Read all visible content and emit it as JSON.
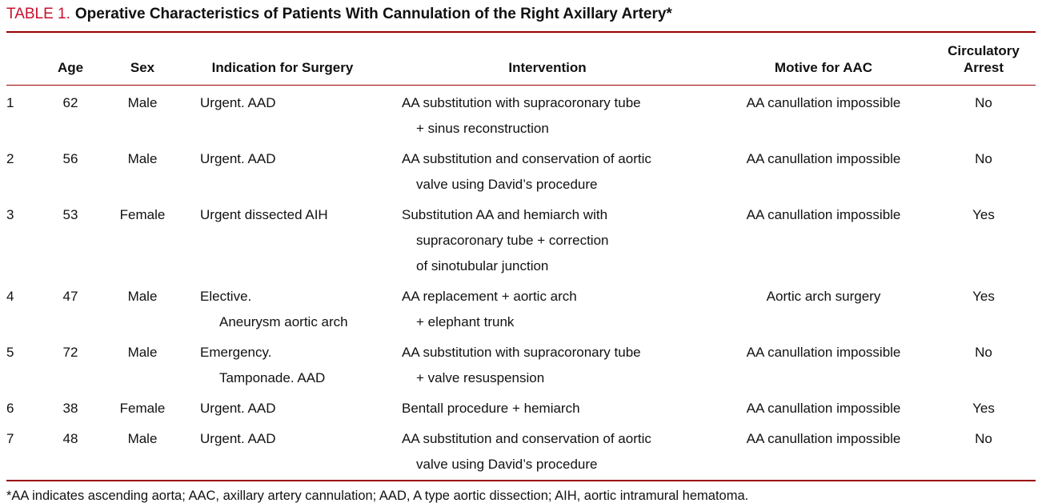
{
  "meta": {
    "accent_red": "#C8102E",
    "rule_red": "#990000",
    "ink": "#111111"
  },
  "title": {
    "label": "TABLE 1.",
    "text": "Operative Characteristics of Patients With Cannulation of the Right Axillary Artery*"
  },
  "table": {
    "columns": [
      {
        "id": "num",
        "label": ""
      },
      {
        "id": "age",
        "label": "Age"
      },
      {
        "id": "sex",
        "label": "Sex"
      },
      {
        "id": "indication",
        "label": "Indication for Surgery"
      },
      {
        "id": "intervention",
        "label": "Intervention"
      },
      {
        "id": "motive",
        "label": "Motive for AAC"
      },
      {
        "id": "arrest",
        "label": "Circulatory Arrest"
      }
    ],
    "rows": [
      {
        "num": "1",
        "age": "62",
        "sex": "Male",
        "indication": [
          "Urgent. AAD"
        ],
        "intervention": [
          "AA substitution with supracoronary tube",
          "+ sinus reconstruction"
        ],
        "motive": "AA canullation impossible",
        "arrest": "No"
      },
      {
        "num": "2",
        "age": "56",
        "sex": "Male",
        "indication": [
          "Urgent. AAD"
        ],
        "intervention": [
          "AA substitution and conservation of aortic",
          "valve using David’s procedure"
        ],
        "motive": "AA canullation impossible",
        "arrest": "No"
      },
      {
        "num": "3",
        "age": "53",
        "sex": "Female",
        "indication": [
          "Urgent dissected AIH"
        ],
        "intervention": [
          "Substitution AA and hemiarch with",
          "supracoronary tube + correction",
          "of sinotubular junction"
        ],
        "motive": "AA canullation impossible",
        "arrest": "Yes"
      },
      {
        "num": "4",
        "age": "47",
        "sex": "Male",
        "indication": [
          "Elective.",
          "Aneurysm aortic arch"
        ],
        "intervention": [
          "AA replacement + aortic arch",
          "+ elephant trunk"
        ],
        "motive": "Aortic arch surgery",
        "arrest": "Yes"
      },
      {
        "num": "5",
        "age": "72",
        "sex": "Male",
        "indication": [
          "Emergency.",
          "Tamponade. AAD"
        ],
        "intervention": [
          "AA substitution with supracoronary tube",
          "+ valve resuspension"
        ],
        "motive": "AA canullation impossible",
        "arrest": "No"
      },
      {
        "num": "6",
        "age": "38",
        "sex": "Female",
        "indication": [
          "Urgent. AAD"
        ],
        "intervention": [
          "Bentall procedure + hemiarch"
        ],
        "motive": "AA canullation impossible",
        "arrest": "Yes"
      },
      {
        "num": "7",
        "age": "48",
        "sex": "Male",
        "indication": [
          "Urgent. AAD"
        ],
        "intervention": [
          "AA substitution and conservation of aortic",
          "valve using David’s procedure"
        ],
        "motive": "AA canullation impossible",
        "arrest": "No"
      }
    ]
  },
  "footnote": "*AA indicates ascending aorta; AAC, axillary artery cannulation; AAD, A type aortic dissection; AIH, aortic intramural hematoma."
}
